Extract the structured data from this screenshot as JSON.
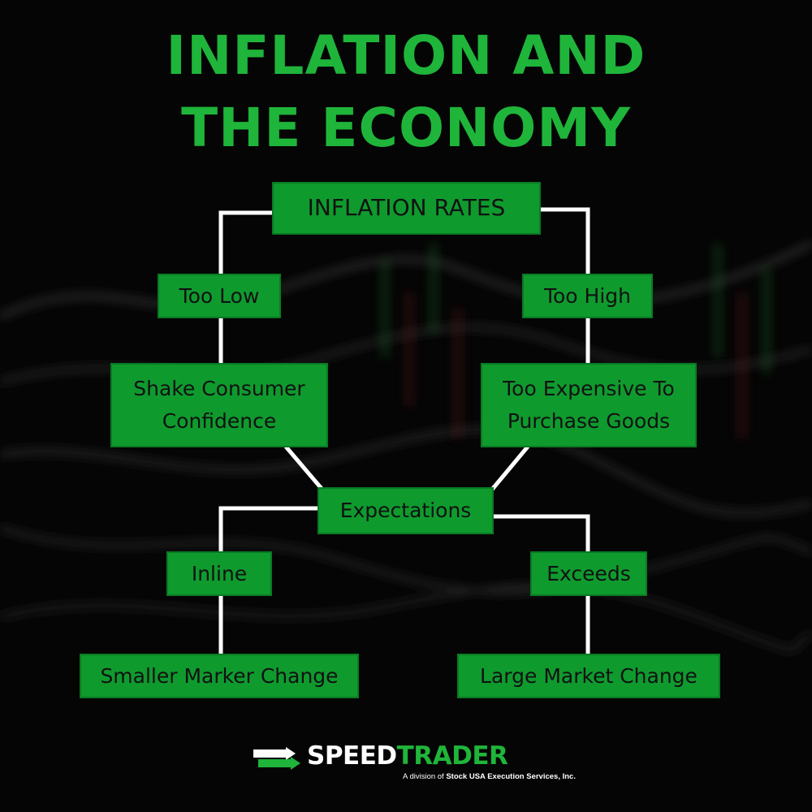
{
  "title": {
    "line1": "INFLATION AND",
    "line2": "THE ECONOMY"
  },
  "nodes": {
    "inflation_rates": "INFLATION RATES",
    "too_low": "Too Low",
    "too_high": "Too High",
    "shake_consumer_line1": "Shake Consumer",
    "shake_consumer_line2": "Confidence",
    "too_expensive_line1": "Too Expensive To",
    "too_expensive_line2": "Purchase Goods",
    "expectations": "Expectations",
    "inline": "Inline",
    "exceeds": "Exceeds",
    "smaller_change": "Smaller Marker Change",
    "large_change": "Large Market Change"
  },
  "logo": {
    "speed": "SPEED",
    "trader": "TRADER",
    "tagline_prefix": "A division of",
    "tagline_company": "Stock USA Execution Services, Inc."
  },
  "colors": {
    "title_green": "#1fb53a",
    "box_green": "#0f9a2e",
    "connector": "#ffffff",
    "background": "#050505"
  }
}
